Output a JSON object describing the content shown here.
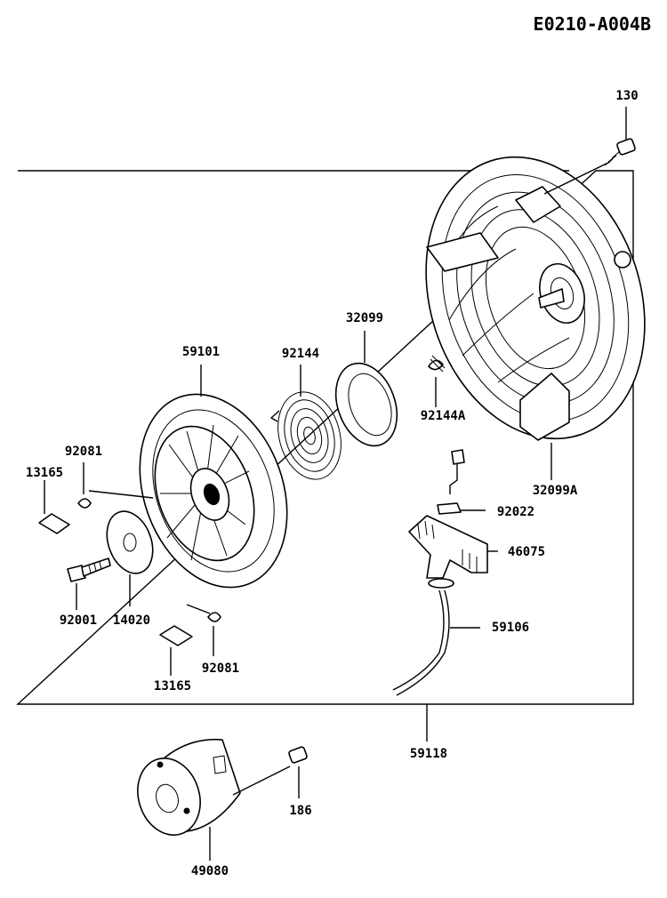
{
  "diagram_code": "E0210-A004B",
  "parts": {
    "p130": "130",
    "p59101": "59101",
    "p92144": "92144",
    "p32099": "32099",
    "p92144A": "92144A",
    "p32099A": "32099A",
    "p92081a": "92081",
    "p13165a": "13165",
    "p92022": "92022",
    "p46075": "46075",
    "p92001": "92001",
    "p14020": "14020",
    "p59106": "59106",
    "p92081b": "92081",
    "p13165b": "13165",
    "p59118": "59118",
    "p186": "186",
    "p49080": "49080"
  }
}
